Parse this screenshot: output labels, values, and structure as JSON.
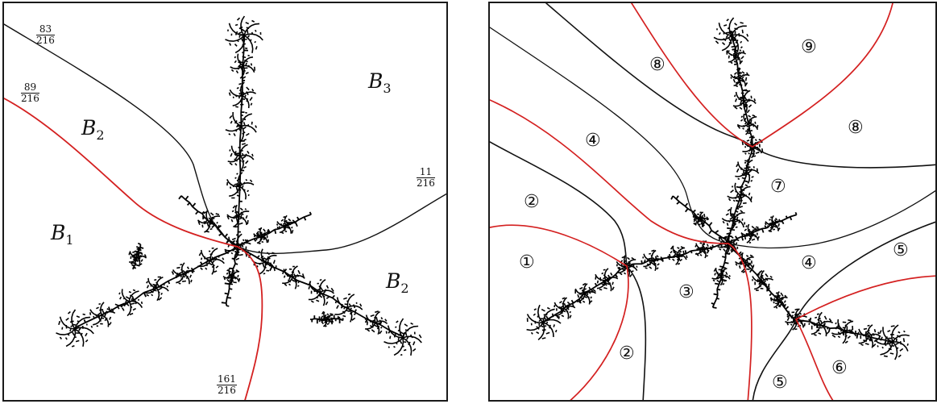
{
  "colors": {
    "ray_black": "#111111",
    "ray_red": "#d42020",
    "fractal": "#000000"
  },
  "left": {
    "regions": [
      {
        "base": "B",
        "sub": "3"
      },
      {
        "base": "B",
        "sub": "2"
      },
      {
        "base": "B",
        "sub": "1"
      },
      {
        "base": "B",
        "sub": "2"
      }
    ],
    "angles": [
      {
        "num": "83",
        "den": "216"
      },
      {
        "num": "89",
        "den": "216"
      },
      {
        "num": "11",
        "den": "216"
      },
      {
        "num": "161",
        "den": "216"
      }
    ]
  },
  "right": {
    "markers": [
      "⑨",
      "⑧",
      "⑧",
      "④",
      "⑦",
      "②",
      "①",
      "④",
      "⑤",
      "③",
      "②",
      "⑥",
      "⑤"
    ]
  }
}
